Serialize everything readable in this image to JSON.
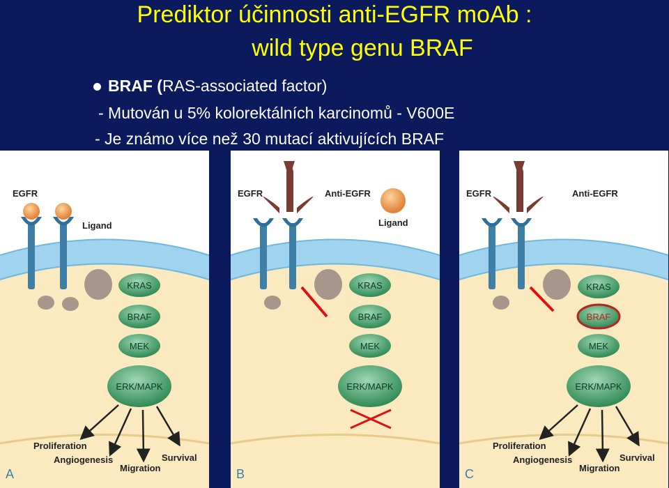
{
  "slide": {
    "title_line1": "Prediktor účinnosti anti-EGFR moAb :",
    "title_line2": "wild type genu BRAF",
    "bullet_main": "BRAF",
    "bullet_paren_open": "(",
    "bullet_rest": "RAS-associated factor)",
    "line2": "- Mutován u 5% kolorektálních karcinomů -  V600E",
    "line3": "- Je známo více než 30 mutací aktivujících BRAF"
  },
  "panels": [
    {
      "letter": "A",
      "egfr": "EGFR",
      "ligand": "Ligand",
      "kras": "KRAS",
      "braf": "BRAF",
      "mek": "MEK",
      "erk": "ERK/MAPK",
      "proliferation": "Proliferation",
      "angiogenesis": "Angiogenesis",
      "migration": "Migration",
      "survival": "Survival"
    },
    {
      "letter": "B",
      "egfr": "EGFR",
      "anti_egfr": "Anti-EGFR",
      "ligand": "Ligand",
      "kras": "KRAS",
      "braf": "BRAF",
      "mek": "MEK",
      "erk": "ERK/MAPK"
    },
    {
      "letter": "C",
      "egfr": "EGFR",
      "anti_egfr": "Anti-EGFR",
      "kras": "KRAS",
      "braf": "BRAF",
      "mek": "MEK",
      "erk": "ERK/MAPK",
      "proliferation": "Proliferation",
      "angiogenesis": "Angiogenesis",
      "migration": "Migration",
      "survival": "Survival"
    }
  ],
  "colors": {
    "background": "#0b1a5c",
    "title": "#ffff00",
    "text": "#ffffff",
    "membrane": "#9fd3ee",
    "cytoplasm": "#fbe9bf",
    "node": "#3d9a63",
    "node_text": "#0d3d27",
    "braf_mutant": "#b3261e",
    "inhibit": "#e01010"
  }
}
